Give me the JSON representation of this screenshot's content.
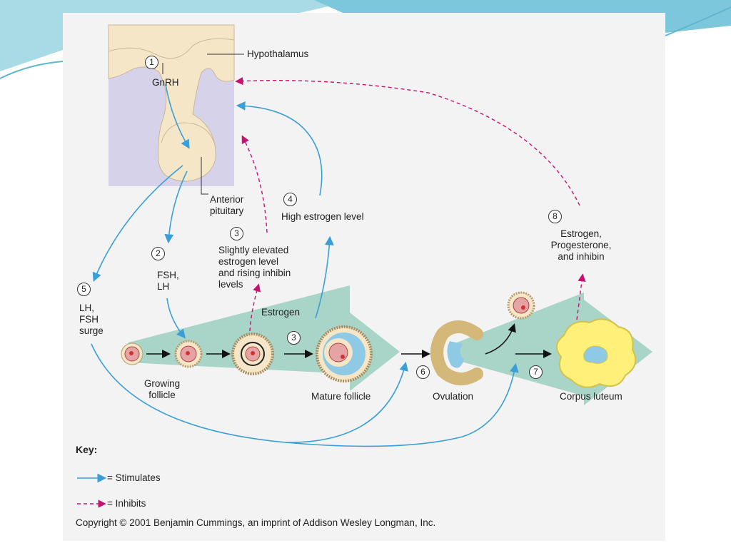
{
  "labels": {
    "hypothalamus": "Hypothalamus",
    "gnrh": "GnRH",
    "anterior_pituitary": "Anterior\npituitary",
    "fsh_lh": "FSH,\nLH",
    "slightly_elevated": "Slightly elevated\nestrogen level\nand rising inhibin\nlevels",
    "high_estrogen": "High estrogen level",
    "lh_fsh_surge": "LH,\nFSH\nsurge",
    "estrogen": "Estrogen",
    "growing_follicle": "Growing\nfollicle",
    "mature_follicle": "Mature follicle",
    "ovulation": "Ovulation",
    "corpus_luteum": "Corpus luteum",
    "estrogen_progesterone_inhibin": "Estrogen,\nProgesterone,\nand inhibin"
  },
  "steps": [
    "1",
    "2",
    "3",
    "3",
    "4",
    "5",
    "6",
    "7",
    "8"
  ],
  "key": {
    "title": "Key:",
    "stimulates": "= Stimulates",
    "inhibits": "= Inhibits"
  },
  "copyright": "Copyright © 2001 Benjamin Cummings, an imprint of Addison Wesley Longman, Inc.",
  "colors": {
    "stimulates": "#3a9fd8",
    "inhibits": "#c8106e",
    "tissue": "#f6e6c8",
    "brain_bg": "#d6d2ea",
    "growth_arrow": "#a9d4c8",
    "corpus_luteum": "#fff07a"
  }
}
